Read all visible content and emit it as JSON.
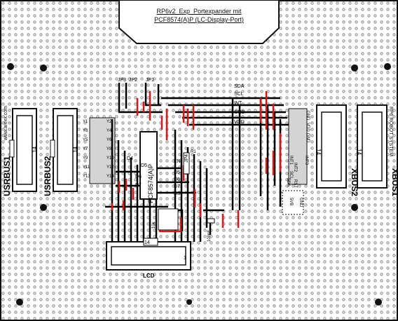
{
  "title": {
    "line1": "RP6v2_Exp_Portexpander mit",
    "line2": "PCF8574(A)P (LC-Display-Port)"
  },
  "left_connectors": [
    "USRBUS1",
    "USRBUS2"
  ],
  "right_connectors": [
    "XBUS2",
    "XBUS1"
  ],
  "connector_pin_label": "14",
  "left_website": "www.arexx.com",
  "right_brand": "RP6 ROBOT SYSTEM",
  "usr_pins_left": [
    "Y1",
    "Y3",
    "Y5",
    "Y7",
    "Y9",
    "Y11",
    "Y13"
  ],
  "usr_pins_right": [
    "Y2",
    "Y4",
    "Y6",
    "Y8",
    "Y10",
    "Y12",
    "Y14"
  ],
  "jumpers": [
    "JP3",
    "JP2",
    "JP1",
    "JP4"
  ],
  "ic_label": "PCF8574(A)P",
  "diodes": [
    "D4",
    "D5",
    "D6",
    "D7"
  ],
  "enable_labels": [
    "EN",
    "D5",
    "D6",
    "D7",
    "RS"
  ],
  "resistor": "R1",
  "capacitor": "100nF",
  "potentiometer": "10k",
  "bus_lines": [
    "SDA",
    "SCL",
    "INT",
    "GND",
    "VDD"
  ],
  "xbus_labels": [
    "GND",
    "VDD",
    "GND",
    "INT1",
    "INT2",
    "SCL",
    "SDA",
    "INT3",
    "RST",
    "5VB",
    "GND"
  ],
  "lcd": {
    "label": "LCD",
    "pin_first": "14",
    "pin_last": "1"
  },
  "colors": {
    "board": "#ffffff",
    "trace_black": "#000000",
    "trace_red": "#d81818",
    "hole": "#9a9a9a"
  }
}
